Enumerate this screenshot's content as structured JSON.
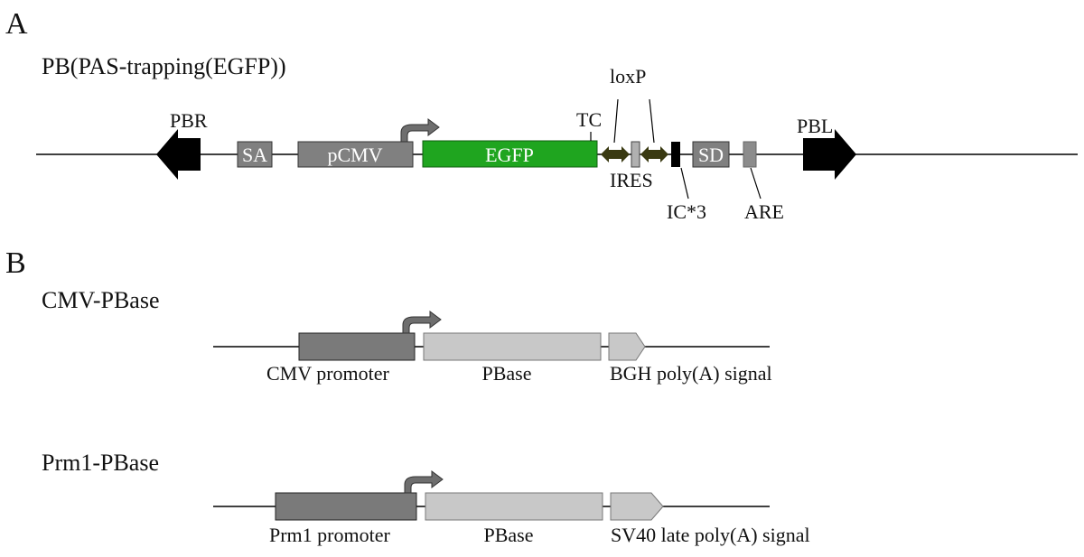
{
  "panel_a": {
    "letter": "A",
    "construct": "PB(PAS-trapping(EGFP))",
    "labels": {
      "pbr": "PBR",
      "sa": "SA",
      "pcmv": "pCMV",
      "egfp": "EGFP",
      "tc": "TC",
      "loxp": "loxP",
      "ires": "IRES",
      "ic3": "IC*3",
      "sd": "SD",
      "are": "ARE",
      "pbl": "PBL"
    }
  },
  "panel_b": {
    "letter": "B",
    "constructs": [
      {
        "name": "CMV-PBase",
        "promoter": "CMV promoter",
        "gene": "PBase",
        "polya": "BGH poly(A) signal"
      },
      {
        "name": "Prm1-PBase",
        "promoter": "Prm1 promoter",
        "gene": "PBase",
        "polya": "SV40 late poly(A) signal"
      }
    ]
  },
  "colors": {
    "egfp": "#1fa51f",
    "dark_gray": "#808080",
    "promoter_gray": "#7a7a7a",
    "light_gray": "#c8c8c8",
    "loxp_arrow": "#3a3a12",
    "black": "#000000"
  }
}
